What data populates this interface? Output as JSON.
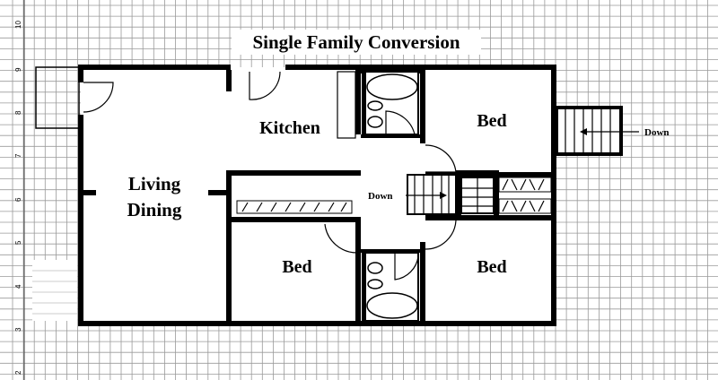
{
  "title": "Single Family Conversion",
  "rooms": {
    "living_dining_line1": "Living",
    "living_dining_line2": "Dining",
    "kitchen": "Kitchen",
    "bed_top_right": "Bed",
    "bed_bottom_middle": "Bed",
    "bed_bottom_right": "Bed"
  },
  "stairs": {
    "interior_label": "Down",
    "exterior_label": "Down"
  },
  "grid_axis_labels": [
    "10",
    "9",
    "8",
    "7",
    "6",
    "5",
    "4",
    "3",
    "2"
  ]
}
